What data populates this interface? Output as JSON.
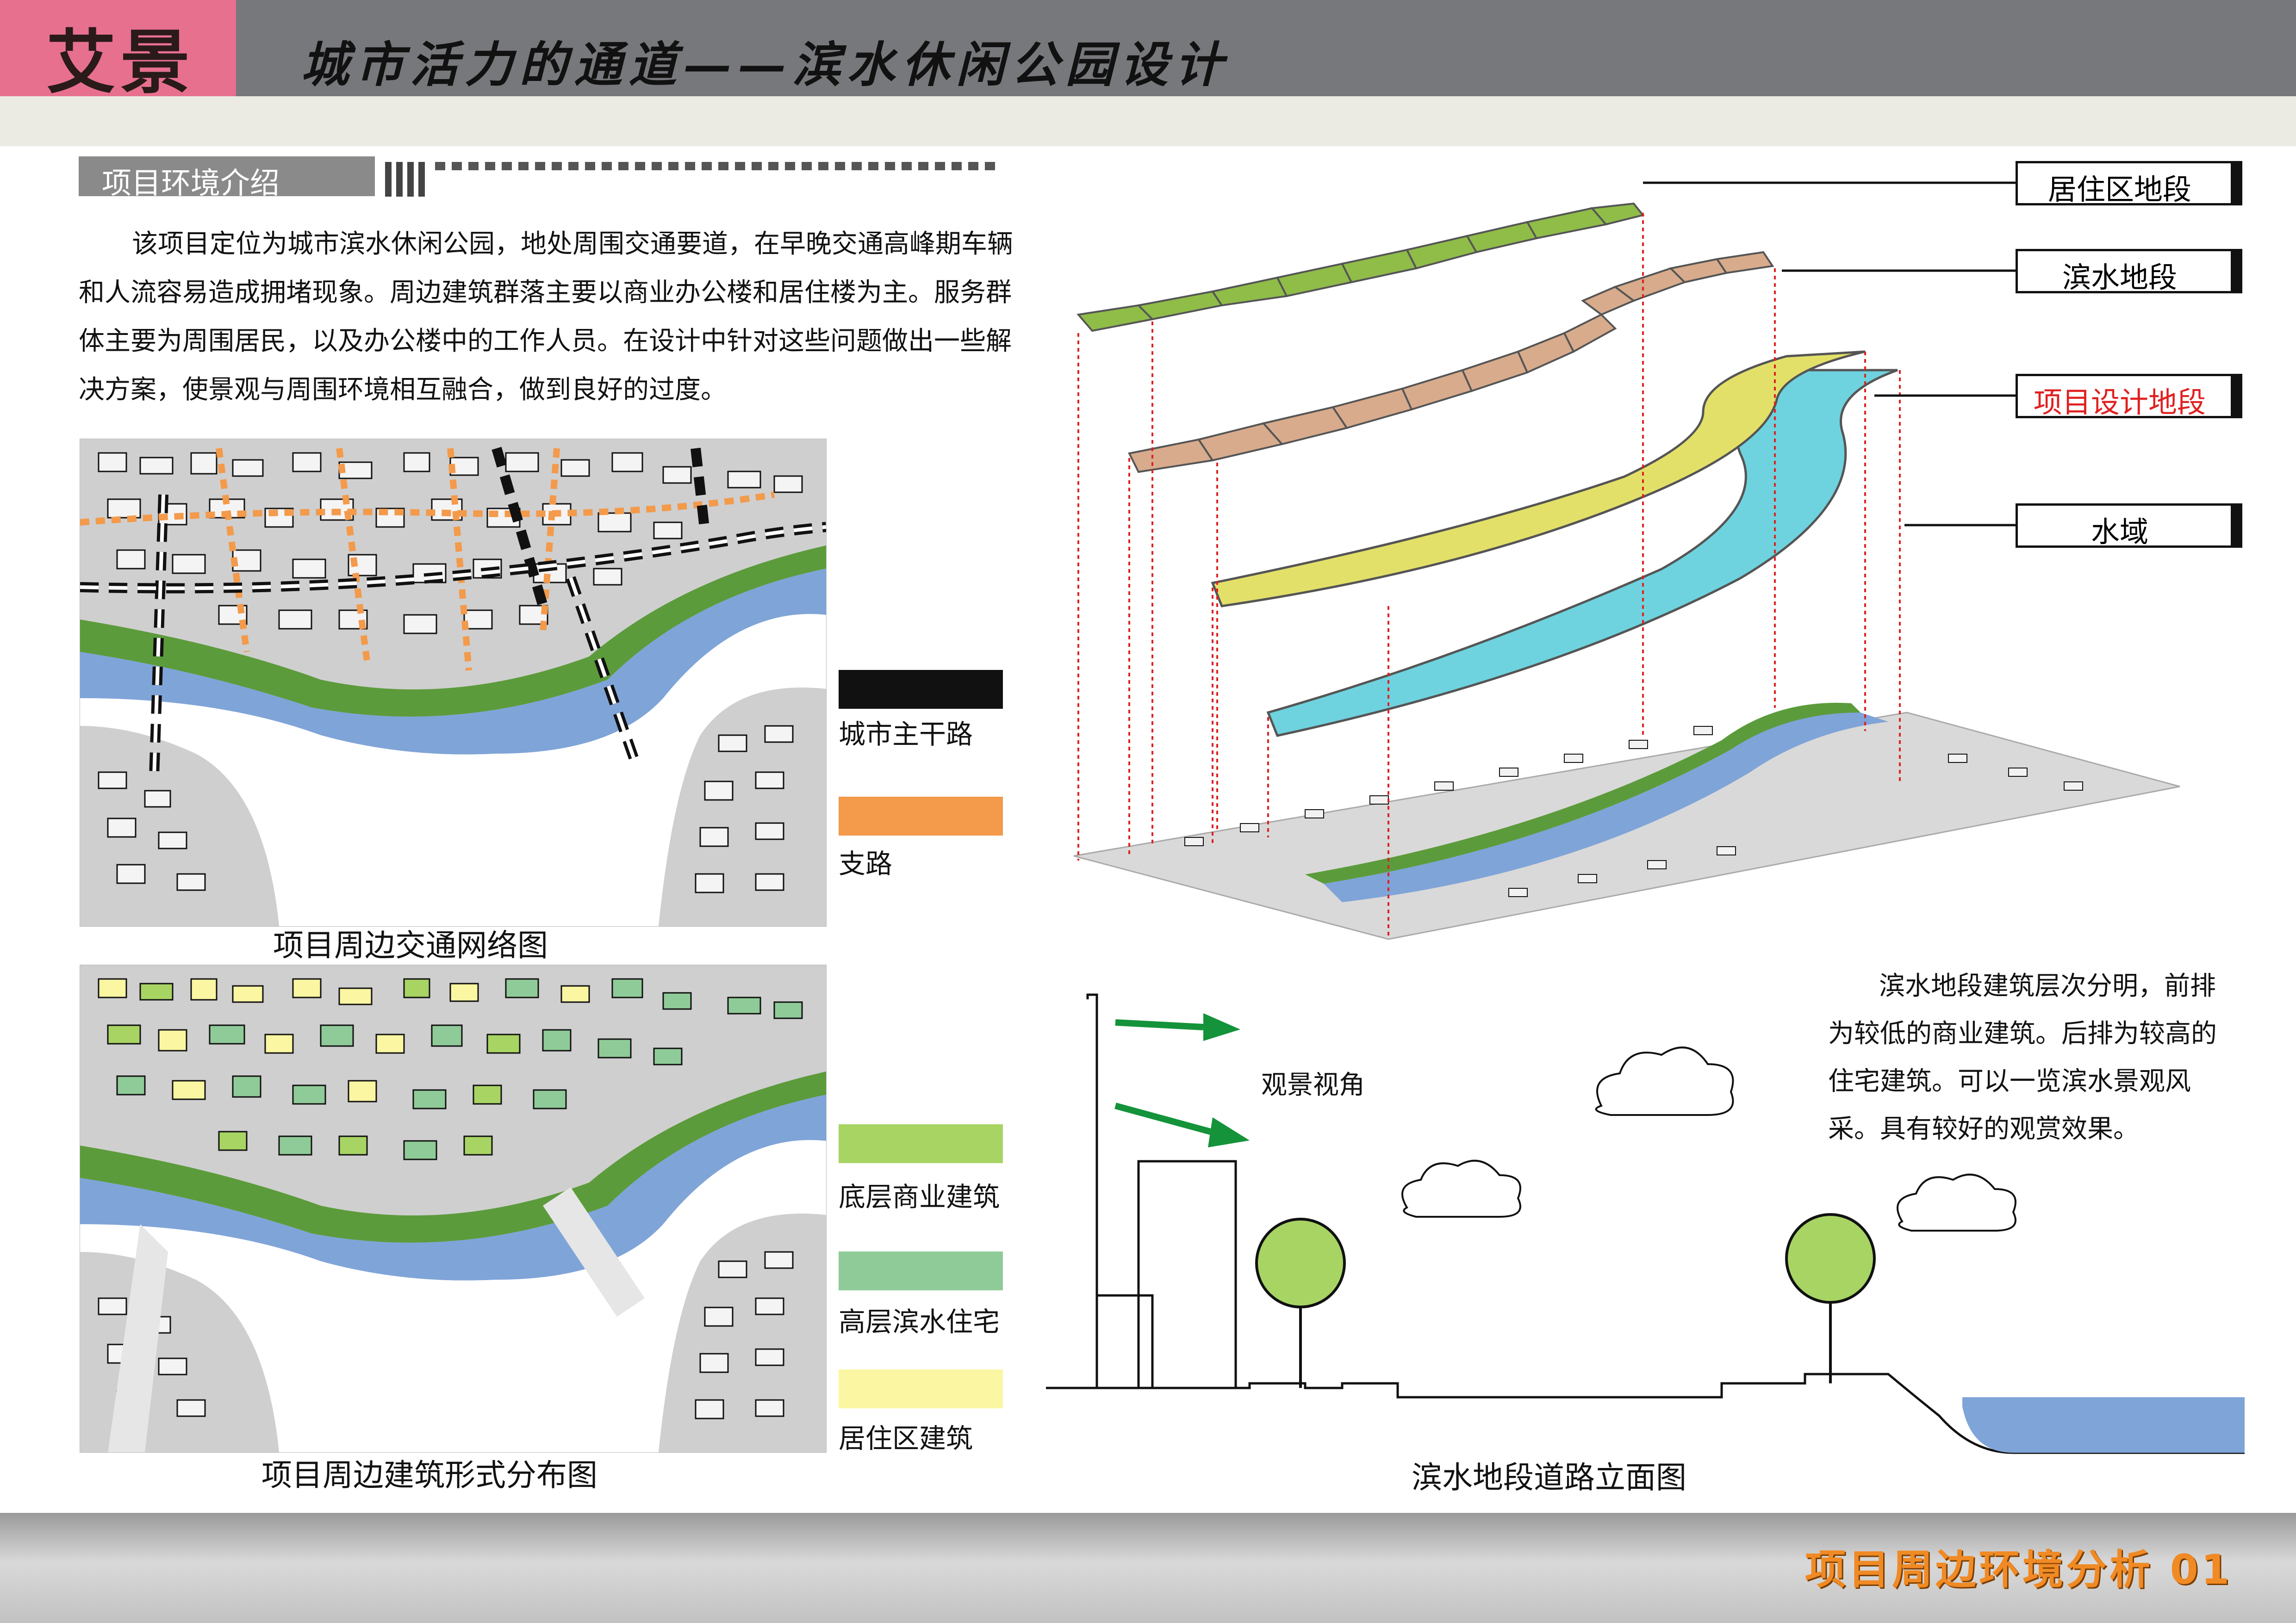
{
  "header": {
    "logo": "艾景",
    "title": "城市活力的通道——滨水休闲公园设计"
  },
  "section": {
    "label": "项目环境介绍"
  },
  "intro": {
    "text": "该项目定位为城市滨水休闲公园，地处周围交通要道，在早晚交通高峰期车辆和人流容易造成拥堵现象。周边建筑群落主要以商业办公楼和居住楼为主。服务群体主要为周围居民，以及办公楼中的工作人员。在设计中针对这些问题做出一些解决方案，使景观与周围环境相互融合，做到良好的过度。"
  },
  "map1": {
    "caption": "项目周边交通网络图",
    "legend": [
      {
        "label": "城市主干路",
        "color": "#111111"
      },
      {
        "label": "支路",
        "color": "#f39a4b"
      }
    ]
  },
  "map2": {
    "caption": "项目周边建筑形式分布图",
    "legend": [
      {
        "label": "底层商业建筑",
        "color": "#a8d464"
      },
      {
        "label": "高层滨水住宅",
        "color": "#8fcb98"
      },
      {
        "label": "居住区建筑",
        "color": "#fbf6a2"
      }
    ]
  },
  "layers": {
    "items": [
      {
        "label": "居住区地段",
        "color": "#111111",
        "fill": "#8fbd48"
      },
      {
        "label": "滨水地段",
        "color": "#111111",
        "fill": "#d7ab8c"
      },
      {
        "label": "项目设计地段",
        "color": "#e02020",
        "fill": "#e3e06a"
      },
      {
        "label": "水域",
        "color": "#111111",
        "fill": "#6ed3de"
      }
    ]
  },
  "elevation": {
    "caption": "滨水地段道路立面图",
    "view_label": "观景视角",
    "note": "滨水地段建筑层次分明，前排为较低的商业建筑。后排为较高的住宅建筑。可以一览滨水景观风采。具有较好的观赏效果。"
  },
  "footer": {
    "title": "项目周边环境分析 01"
  },
  "colors": {
    "header": "#77787b",
    "logo_bg": "#e7708f",
    "accent_orange": "#f08a24",
    "water": "#7fa4d8"
  }
}
